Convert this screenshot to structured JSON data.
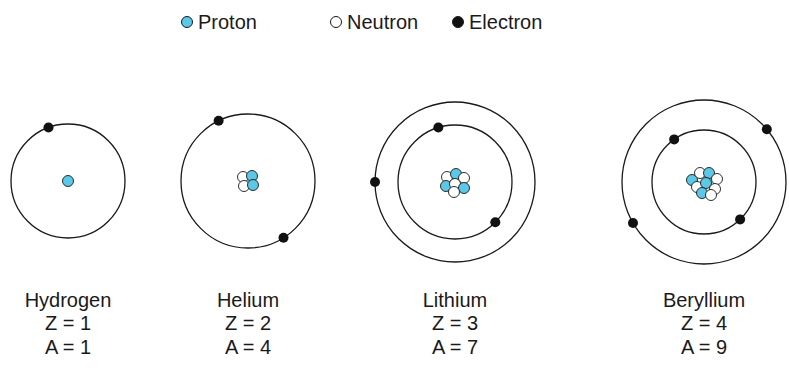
{
  "diagram": {
    "labels": [
      "Hydrogen",
      "Z = 1",
      "A = 1",
      "Helium",
      "Z = 2",
      "A = 4",
      "Lithium",
      "Z = 3",
      "A = 7",
      "Beryllium",
      "Z = 4",
      "A = 9"
    ],
    "legend": [
      {
        "text": "Proton",
        "color": "#5bc8e8"
      },
      {
        "text": "Neutron",
        "color": "#ffffff"
      },
      {
        "text": "Electron",
        "color": "#111111"
      }
    ]
  }
}
